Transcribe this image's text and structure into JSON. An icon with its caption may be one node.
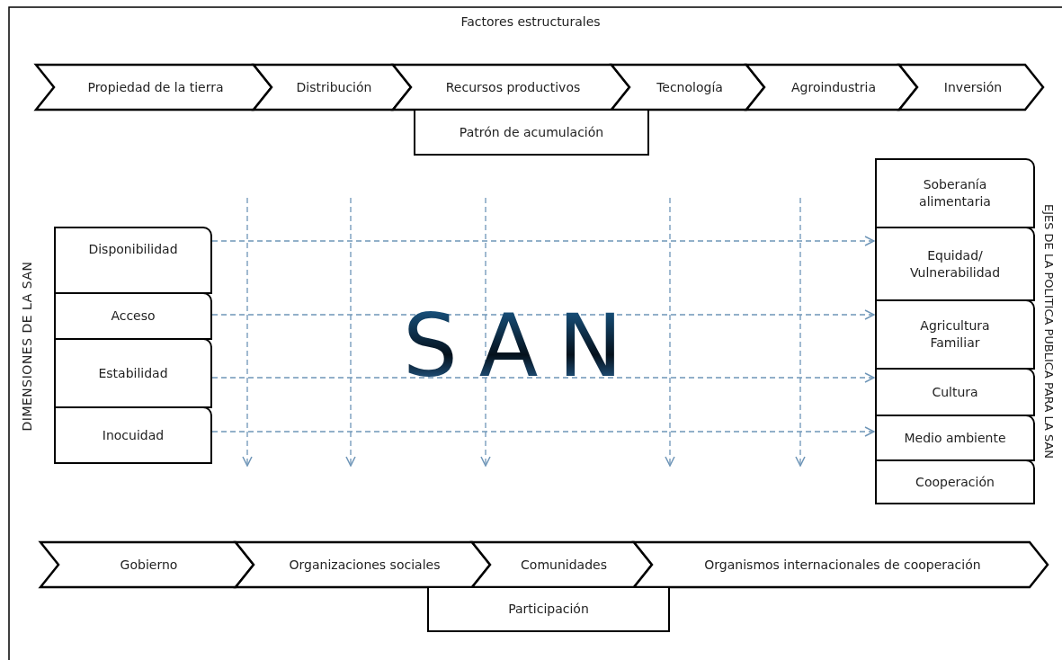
{
  "diagram": {
    "nodes": [
      {
        "text": [
          "Propiedad de la tierra"
        ]
      },
      {
        "text": [
          "Distribución"
        ]
      },
      {
        "text": [
          "Recursos productivos"
        ]
      },
      {
        "text": [
          "Tecnología"
        ]
      },
      {
        "text": [
          "Agroindustria"
        ]
      },
      {
        "text": [
          "Inversión"
        ]
      },
      {
        "text": [
          "Patrón de acumulación"
        ]
      },
      {
        "text": [
          "Disponibilidad"
        ]
      },
      {
        "text": [
          "Acceso"
        ]
      },
      {
        "text": [
          "Estabilidad"
        ]
      },
      {
        "text": [
          "Inocuidad"
        ]
      },
      {
        "text": [
          "Soberanía alimentaria"
        ]
      },
      {
        "text": [
          "Equidad/ Vulnerabilidad"
        ]
      },
      {
        "text": [
          "Agricultura Familiar"
        ]
      },
      {
        "text": [
          "Cultura"
        ]
      },
      {
        "text": [
          "Medio ambiente"
        ]
      },
      {
        "text": [
          "Cooperación"
        ]
      },
      {
        "text": [
          "Gobierno"
        ]
      },
      {
        "text": [
          "Organizaciones sociales"
        ]
      },
      {
        "text": [
          "Comunidades"
        ]
      },
      {
        "text": [
          "Organismos internacionales de cooperación"
        ]
      },
      {
        "text": [
          "Participación"
        ]
      }
    ],
    "edges": [
      {
        "from": 7,
        "to": 12,
        "arrow": "to",
        "style": "dashed"
      },
      {
        "from": 8,
        "to": 13,
        "arrow": "to",
        "style": "dashed"
      },
      {
        "from": 9,
        "to": 14,
        "arrow": "to",
        "style": "dashed"
      },
      {
        "from": 10,
        "to": 15,
        "arrow": "to",
        "style": "dashed"
      }
    ],
    "labels": [
      "Factores estructurales",
      "DIMENSIONES DE LA SAN",
      "SAN",
      "EJES DE LA POLITICA PUBLICA PARA LA SAN"
    ]
  }
}
